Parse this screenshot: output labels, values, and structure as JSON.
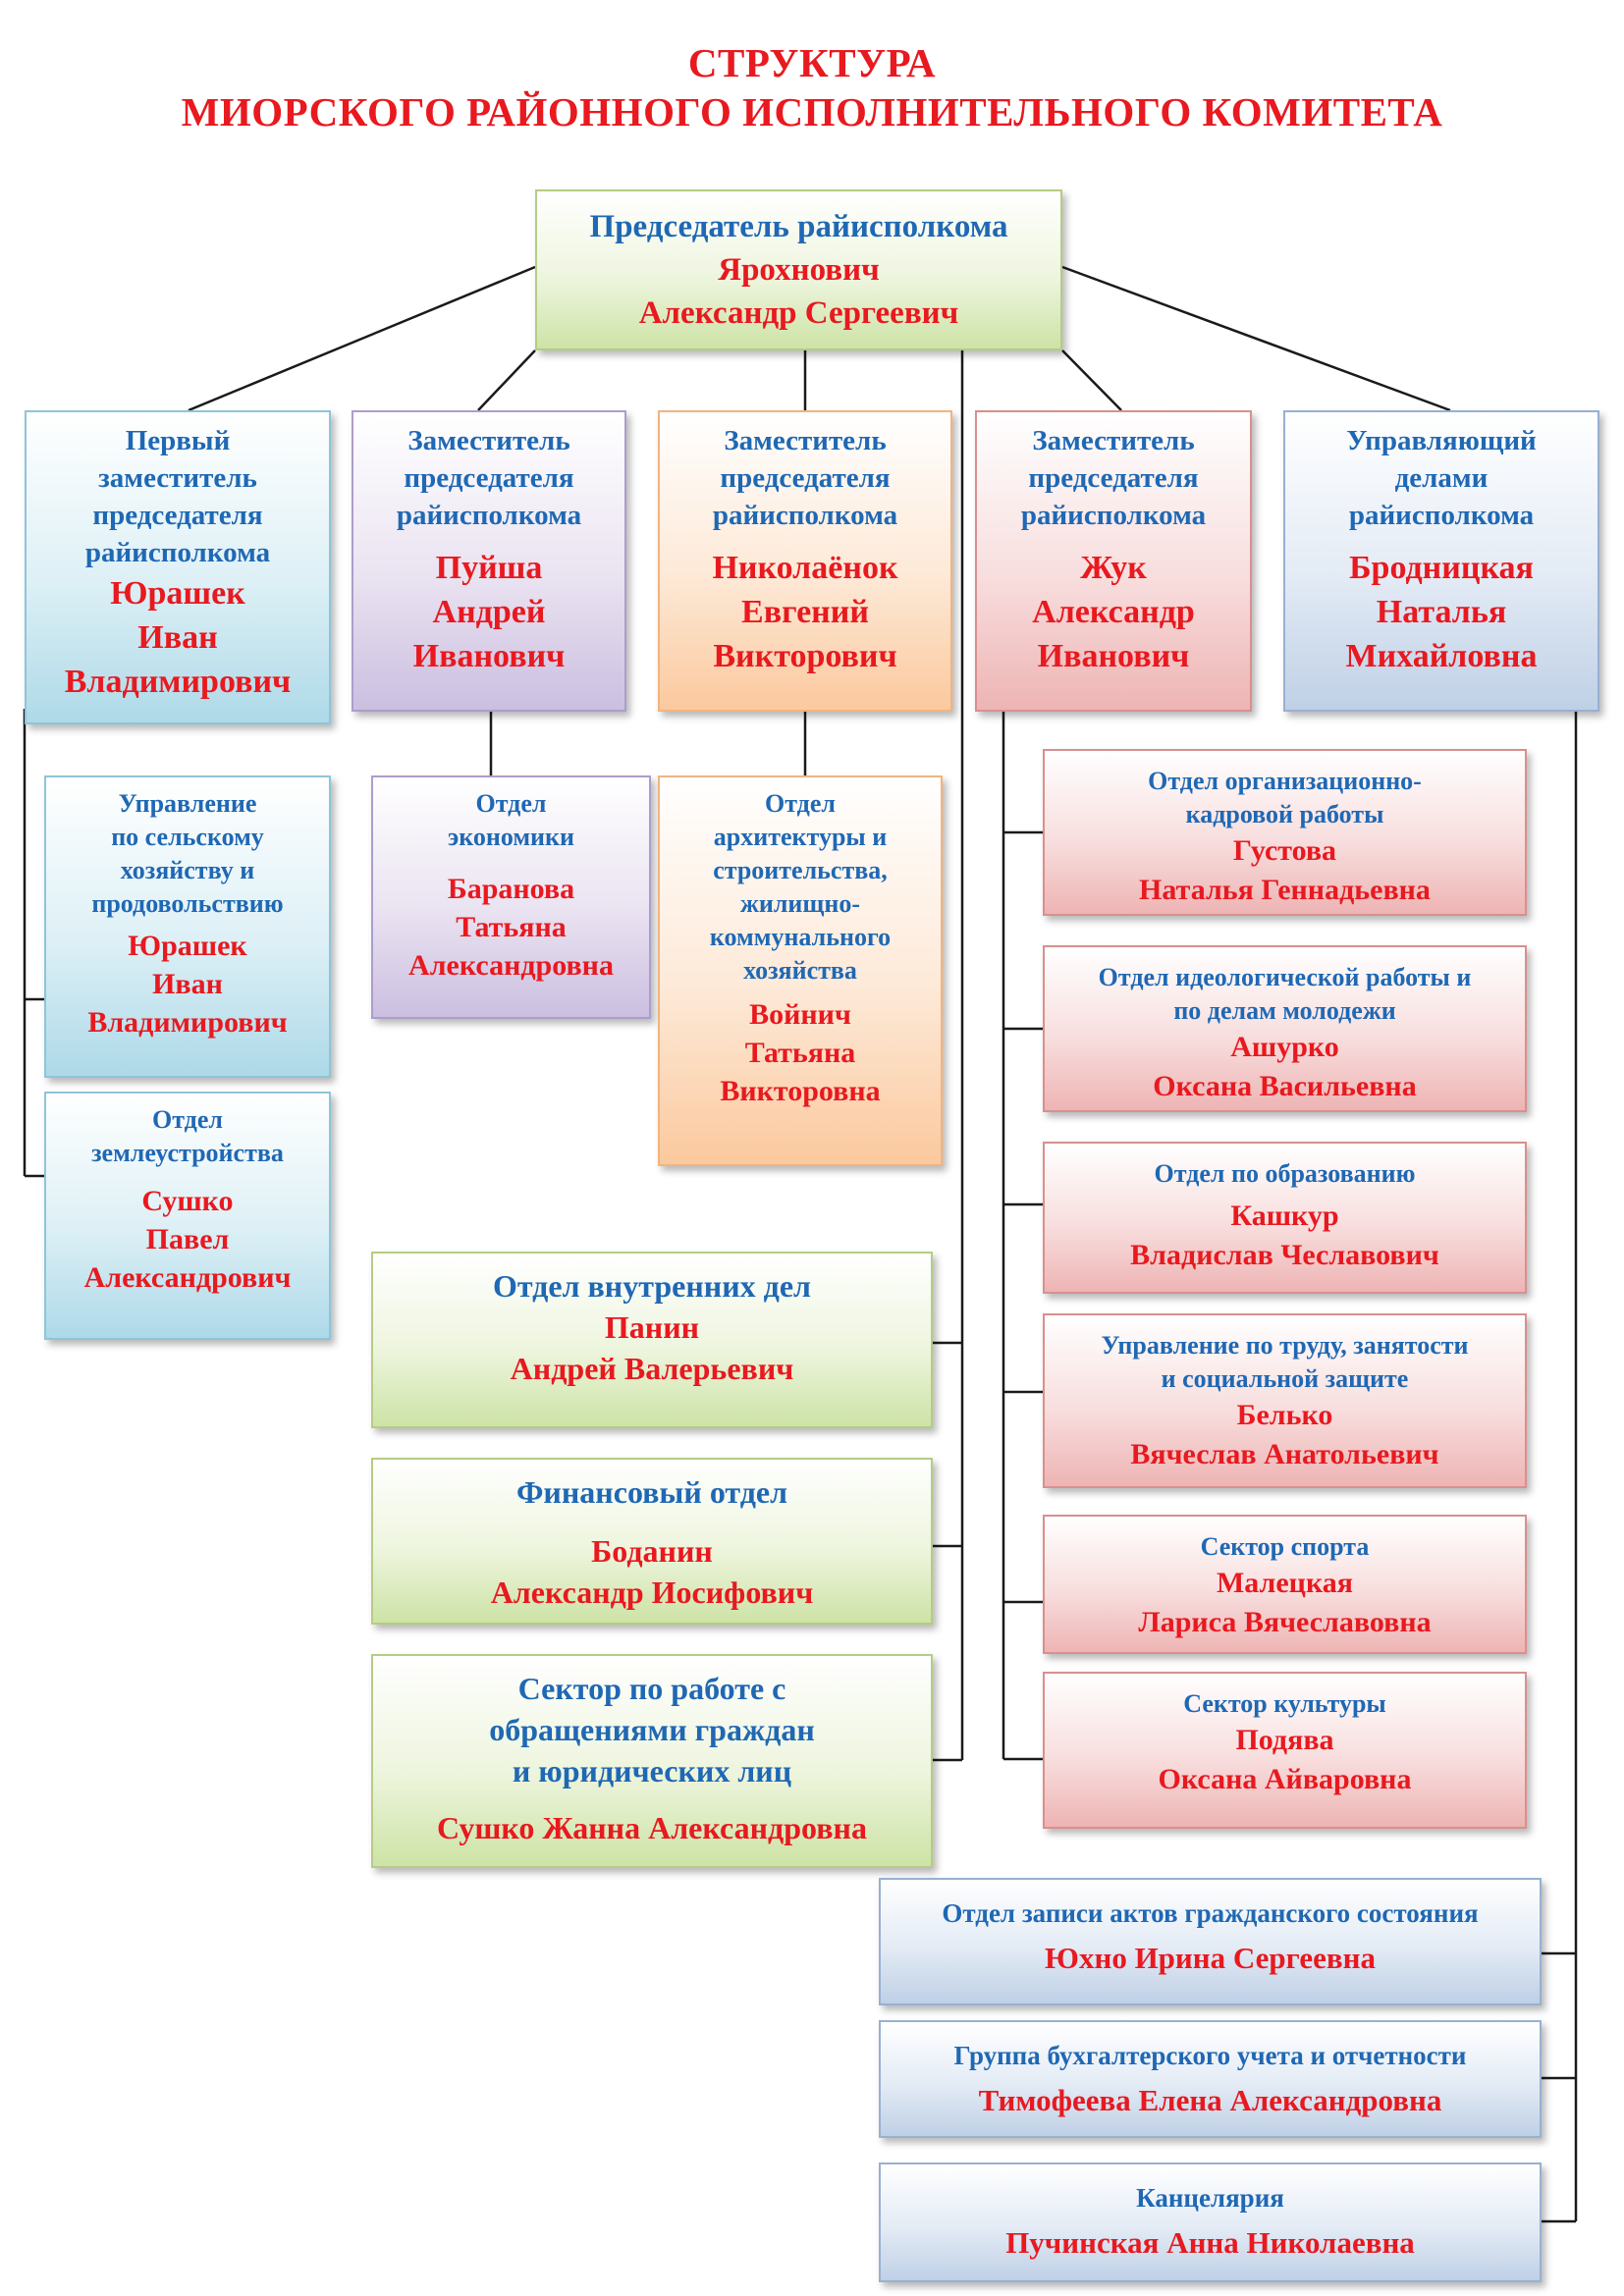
{
  "title": {
    "line1": "СТРУКТУРА",
    "line2": "МИОРСКОГО РАЙОННОГО ИСПОЛНИТЕЛЬНОГО КОМИТЕТА"
  },
  "colors": {
    "title": "#e8191f",
    "position_text": "#1f68b4",
    "name_text": "#e8191f",
    "connector": "#1a1a1a"
  },
  "chairman": {
    "position": "Председатель райисполкома",
    "name1": "Ярохнович",
    "name2": "Александр Сергеевич"
  },
  "deputies": [
    {
      "pos1": "Первый",
      "pos2": "заместитель",
      "pos3": "председателя",
      "pos4": "райисполкома",
      "name1": "Юрашек",
      "name2": "Иван",
      "name3": "Владимирович"
    },
    {
      "pos1": "Заместитель",
      "pos2": "председателя",
      "pos3": "райисполкома",
      "name1": "Пуйша",
      "name2": "Андрей",
      "name3": "Иванович"
    },
    {
      "pos1": "Заместитель",
      "pos2": "председателя",
      "pos3": "райисполкома",
      "name1": "Николаёнок",
      "name2": "Евгений",
      "name3": "Викторович"
    },
    {
      "pos1": "Заместитель",
      "pos2": "председателя",
      "pos3": "райисполкома",
      "name1": "Жук",
      "name2": "Александр",
      "name3": "Иванович"
    },
    {
      "pos1": "Управляющий",
      "pos2": "делами",
      "pos3": "райисполкома",
      "name1": "Бродницкая",
      "name2": "Наталья",
      "name3": "Михайловна"
    }
  ],
  "first_deputy_units": [
    {
      "pos1": "Управление",
      "pos2": "по сельскому",
      "pos3": "хозяйству и",
      "pos4": "продовольствию",
      "name1": "Юрашек",
      "name2": "Иван",
      "name3": "Владимирович"
    },
    {
      "pos1": "Отдел",
      "pos2": "землеустройства",
      "name1": "Сушко",
      "name2": "Павел",
      "name3": "Александрович"
    }
  ],
  "economy_unit": {
    "pos1": "Отдел",
    "pos2": "экономики",
    "name1": "Баранова",
    "name2": "Татьяна",
    "name3": "Александровна"
  },
  "architecture_unit": {
    "pos1": "Отдел",
    "pos2": "архитектуры и",
    "pos3": "строительства,",
    "pos4": "жилищно-",
    "pos5": "коммунального",
    "pos6": "хозяйства",
    "name1": "Войнич",
    "name2": "Татьяна",
    "name3": "Викторовна"
  },
  "chairman_units": [
    {
      "pos1": "Отдел внутренних дел",
      "name1": "Панин",
      "name2": "Андрей Валерьевич"
    },
    {
      "pos1": "Финансовый отдел",
      "name1": "Боданин",
      "name2": "Александр Иосифович"
    },
    {
      "pos1": "Сектор по работе с",
      "pos2": "обращениями граждан",
      "pos3": "и юридических лиц",
      "name1": "Сушко Жанна Александровна"
    }
  ],
  "zhuk_units": [
    {
      "pos1": "Отдел организационно-",
      "pos2": "кадровой работы",
      "name1": "Густова",
      "name2": "Наталья Геннадьевна"
    },
    {
      "pos1": "Отдел идеологической работы и",
      "pos2": "по делам молодежи",
      "name1": "Ашурко",
      "name2": "Оксана Васильевна"
    },
    {
      "pos1": "Отдел по образованию",
      "name1": "Кашкур",
      "name2": "Владислав Чеславович"
    },
    {
      "pos1": "Управление по труду, занятости",
      "pos2": "и социальной защите",
      "name1": "Белько",
      "name2": "Вячеслав Анатольевич"
    },
    {
      "pos1": "Сектор спорта",
      "name1": "Малецкая",
      "name2": "Лариса Вячеславовна"
    },
    {
      "pos1": "Сектор культуры",
      "name1": "Подява",
      "name2": "Оксана Айваровна"
    }
  ],
  "affairs_units": [
    {
      "pos1": "Отдел записи актов гражданского состояния",
      "name1": "Юхно Ирина Сергеевна"
    },
    {
      "pos1": "Группа бухгалтерского учета и отчетности",
      "name1": "Тимофеева Елена Александровна"
    },
    {
      "pos1": "Канцелярия",
      "name1": "Пучинская Анна Николаевна"
    }
  ]
}
